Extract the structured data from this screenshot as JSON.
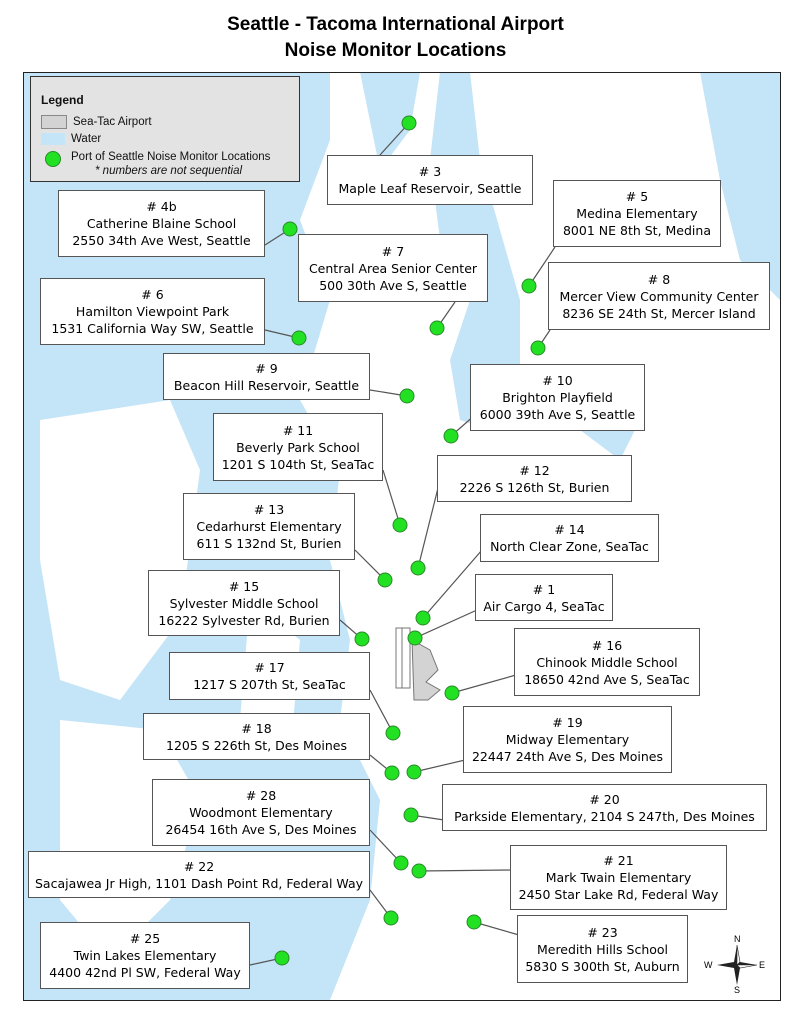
{
  "title": {
    "line1": "Seattle - Tacoma International Airport",
    "line2": "Noise Monitor Locations"
  },
  "legend": {
    "heading": "Legend",
    "items": [
      {
        "label": "Sea-Tac Airport",
        "color": "#d3d3d3"
      },
      {
        "label": "Water",
        "color": "#c4e4f7"
      },
      {
        "label": "Port of Seattle Noise Monitor Locations",
        "color": "#22e022"
      }
    ],
    "note": "* numbers are not sequential"
  },
  "colors": {
    "water": "#c4e4f7",
    "monitor": "#22e022",
    "airport": "#d3d3d3"
  },
  "monitors": [
    {
      "lines": [
        "# 3",
        "Maple Leaf Reservoir, Seattle"
      ]
    },
    {
      "lines": [
        "# 4b",
        "Catherine Blaine School",
        "2550 34th Ave West, Seattle"
      ]
    },
    {
      "lines": [
        "# 5",
        "Medina Elementary",
        "8001 NE 8th St, Medina"
      ]
    },
    {
      "lines": [
        "# 7",
        "Central Area Senior Center",
        "500 30th Ave S, Seattle"
      ]
    },
    {
      "lines": [
        "# 6",
        "Hamilton Viewpoint Park",
        "1531 California Way SW, Seattle"
      ]
    },
    {
      "lines": [
        "# 8",
        "Mercer View Community Center",
        "8236 SE 24th St, Mercer Island"
      ]
    },
    {
      "lines": [
        "# 9",
        "Beacon Hill Reservoir, Seattle"
      ]
    },
    {
      "lines": [
        "# 10",
        "Brighton Playfield",
        "6000 39th Ave S, Seattle"
      ]
    },
    {
      "lines": [
        "# 11",
        "Beverly Park School",
        "1201 S 104th St, SeaTac"
      ]
    },
    {
      "lines": [
        "# 12",
        "2226 S 126th St, Burien"
      ]
    },
    {
      "lines": [
        "# 13",
        "Cedarhurst Elementary",
        "611 S 132nd St, Burien"
      ]
    },
    {
      "lines": [
        "# 14",
        "North Clear Zone, SeaTac"
      ]
    },
    {
      "lines": [
        "# 15",
        "Sylvester Middle School",
        "16222 Sylvester Rd, Burien"
      ]
    },
    {
      "lines": [
        "# 1",
        "Air Cargo 4, SeaTac"
      ]
    },
    {
      "lines": [
        "# 16",
        "Chinook Middle School",
        "18650 42nd Ave S, SeaTac"
      ]
    },
    {
      "lines": [
        "# 17",
        "1217 S 207th St, SeaTac"
      ]
    },
    {
      "lines": [
        "# 18",
        "1205 S 226th St, Des Moines"
      ]
    },
    {
      "lines": [
        "# 19",
        "Midway Elementary",
        "22447 24th Ave S, Des Moines"
      ]
    },
    {
      "lines": [
        "# 20",
        "Parkside Elementary, 2104 S 247th, Des Moines"
      ]
    },
    {
      "lines": [
        "# 28",
        "Woodmont Elementary",
        "26454 16th Ave S, Des Moines"
      ]
    },
    {
      "lines": [
        "# 21",
        "Mark Twain Elementary",
        "2450 Star Lake Rd, Federal Way"
      ]
    },
    {
      "lines": [
        "# 22",
        "Sacajawea Jr High, 1101 Dash Point Rd, Federal Way"
      ]
    },
    {
      "lines": [
        "# 23",
        "Meredith Hills School",
        "5830 S 300th St, Auburn"
      ]
    },
    {
      "lines": [
        "# 25",
        "Twin Lakes Elementary",
        "4400 42nd Pl SW, Federal Way"
      ]
    }
  ],
  "compass": {
    "n": "N",
    "s": "S",
    "e": "E",
    "w": "W"
  }
}
